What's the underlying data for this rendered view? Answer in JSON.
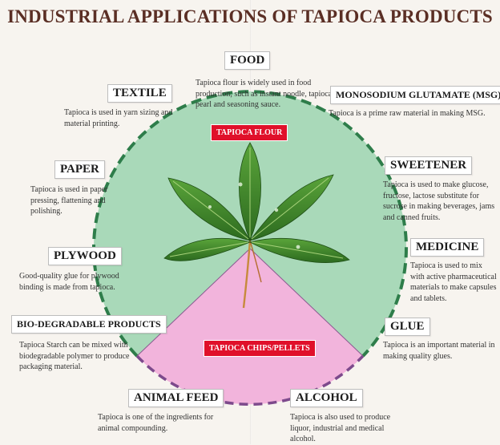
{
  "title": "INDUSTRIAL APPLICATIONS OF TAPIOCA PRODUCTS",
  "center_tags": {
    "flour": "TAPIOCA FLOUR",
    "chips": "TAPIOCA CHIPS/PELLETS"
  },
  "applications": {
    "food": {
      "label": "FOOD",
      "desc": "Tapioca flour is widely used in food production, such as instant noodle, tapioca pearl and seasoning sauce."
    },
    "textile": {
      "label": "TEXTILE",
      "desc": "Tapioca is used in yarn sizing and material printing."
    },
    "msg": {
      "label": "MONOSODIUM GLUTAMATE (MSG)",
      "desc": "Tapioca is a prime raw material in making MSG."
    },
    "paper": {
      "label": "PAPER",
      "desc": "Tapioca is used in paper pressing, flattening and polishing."
    },
    "sweetener": {
      "label": "SWEETENER",
      "desc": "Tapioca is used to make glucose, fructose, lactose substitute for sucrose in making beverages, jams and canned fruits."
    },
    "plywood": {
      "label": "PLYWOOD",
      "desc": "Good-quality glue for plywood binding is made from tapioca."
    },
    "medicine": {
      "label": "MEDICINE",
      "desc": "Tapioca is used to mix with active pharmaceutical materials to make capsules and tablets."
    },
    "biodegradable": {
      "label": "BIO-DEGRADABLE PRODUCTS",
      "desc": "Tapioca Starch can be mixed with biodegradable polymer to produce packaging material."
    },
    "glue": {
      "label": "GLUE",
      "desc": "Tapioca is an important material in making quality glues."
    },
    "animal_feed": {
      "label": "ANIMAL FEED",
      "desc": "Tapioca is one of the ingredients for animal compounding."
    },
    "alcohol": {
      "label": "ALCOHOL",
      "desc": "Tapioca is also used to produce liquor, industrial and medical alcohol."
    }
  },
  "colors": {
    "flour_region": "#a9d9b9",
    "chips_region": "#f2b4dc",
    "green_dash": "#2e7d4a",
    "purple_dash": "#7d4a8c",
    "tag_red": "#e0102a",
    "title_brown": "#5a2e24"
  }
}
